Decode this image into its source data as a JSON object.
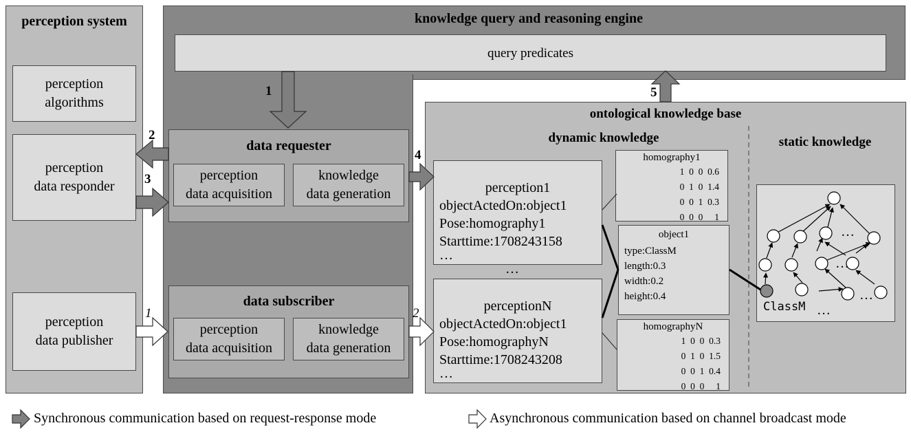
{
  "perception_system": {
    "title": "perception system",
    "algorithms": [
      "perception",
      "algorithms"
    ],
    "responder": [
      "perception",
      "data responder"
    ],
    "publisher": [
      "perception",
      "data publisher"
    ]
  },
  "engine": {
    "title": "knowledge query and reasoning engine",
    "query_predicates": "query predicates"
  },
  "requester": {
    "title": "data requester",
    "acquisition": [
      "perception",
      "data acquisition"
    ],
    "generation": [
      "knowledge",
      "data generation"
    ]
  },
  "subscriber": {
    "title": "data subscriber",
    "acquisition": [
      "perception",
      "data acquisition"
    ],
    "generation": [
      "knowledge",
      "data generation"
    ]
  },
  "kb": {
    "title": "ontological knowledge base",
    "dynamic_title": "dynamic knowledge",
    "static_title": "static knowledge",
    "perception1": {
      "name": "perception1",
      "object": "objectActedOn:object1",
      "pose": "Pose:homography1",
      "start": "Starttime:1708243158",
      "more": "…"
    },
    "middle_ellipsis": "…",
    "perceptionN": {
      "name": "perceptionN",
      "object": "objectActedOn:object1",
      "pose": "Pose:homographyN",
      "start": "Starttime:1708243208",
      "more": "…"
    },
    "homography1": {
      "title": "homography1",
      "rows": [
        "1  0  0  0.6",
        "0  1  0  1.4",
        "0  0  1  0.3",
        "0  0  0     1"
      ]
    },
    "object1": {
      "title": "object1",
      "type": "type:ClassM",
      "length": "length:0.3",
      "width": "width:0.2",
      "height": "height:0.4"
    },
    "homographyN": {
      "title": "homographyN",
      "rows": [
        "1  0  0  0.3",
        "0  1  0  1.5",
        "0  0  1  0.4",
        "0  0  0     1"
      ]
    },
    "static": {
      "class_label": "ClassM",
      "ellipsis_1": "…",
      "ellipsis_2": "…",
      "ellipsis_3": "…",
      "ellipsis_4": "…"
    }
  },
  "arrows": {
    "a1": "1",
    "a2": "2",
    "a3": "3",
    "a4": "4",
    "a5": "5",
    "async1": "1",
    "async2": "2"
  },
  "legend": {
    "sync": "Synchronous communication based on request-response mode",
    "async": "Asynchronous communication based on channel broadcast mode"
  },
  "colors": {
    "sync_arrow": "#7f7f7f",
    "async_arrow": "#ffffff",
    "engine": "#878787",
    "panel": "#bdbdbd"
  }
}
